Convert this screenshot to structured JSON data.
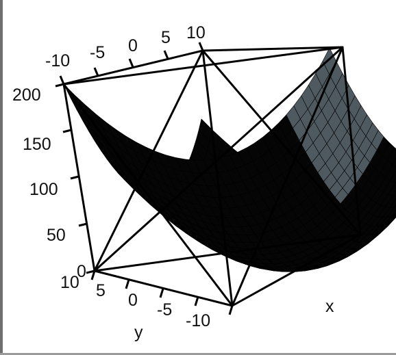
{
  "chart_data": {
    "type": "surface",
    "surface": "z = x^2 + y^2",
    "x": {
      "label": "x",
      "range": [
        -10,
        10
      ]
    },
    "y": {
      "label": "y",
      "range": [
        -10,
        10
      ],
      "ticks": [
        "10",
        "5",
        "0",
        "-5",
        "-10"
      ]
    },
    "top_axis": {
      "ticks": [
        "-10",
        "-5",
        "0",
        "5",
        "10"
      ]
    },
    "z": {
      "label": "",
      "range": [
        0,
        200
      ],
      "ticks": [
        "200",
        "150",
        "100",
        "50",
        "0"
      ]
    },
    "surface_color": "#050505",
    "highlight_color": "#4f5a60",
    "box_color": "#000000",
    "grid": false,
    "legend": "none"
  }
}
